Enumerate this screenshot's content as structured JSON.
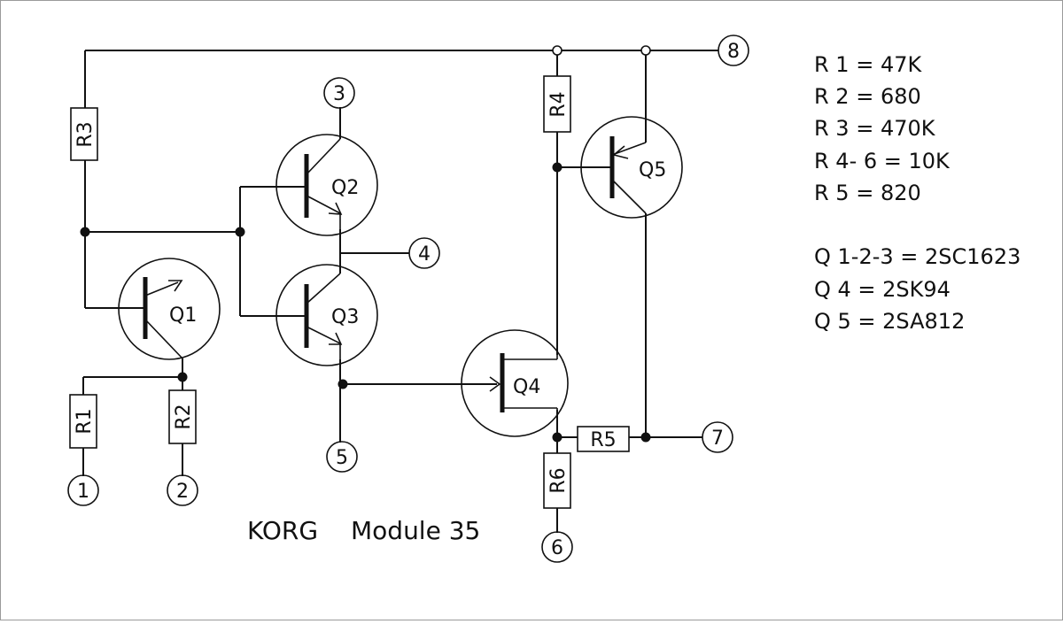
{
  "components": {
    "resistors": [
      "R3",
      "R4",
      "R1",
      "R2",
      "R6",
      "R5"
    ],
    "transistors": [
      "Q1",
      "Q2",
      "Q3",
      "Q4",
      "Q5"
    ]
  },
  "terminals": [
    "1",
    "2",
    "3",
    "4",
    "5",
    "6",
    "7",
    "8"
  ],
  "values": [
    "R 1 = 47K",
    "R 2 = 680",
    "R 3 = 470K",
    "R 4- 6 = 10K",
    "R 5 = 820"
  ],
  "transistor_types": [
    "Q 1-2-3 = 2SC1623",
    "Q 4 = 2SK94",
    "Q 5 = 2SA812"
  ],
  "title": {
    "brand": "KORG",
    "name": "Module 35"
  }
}
